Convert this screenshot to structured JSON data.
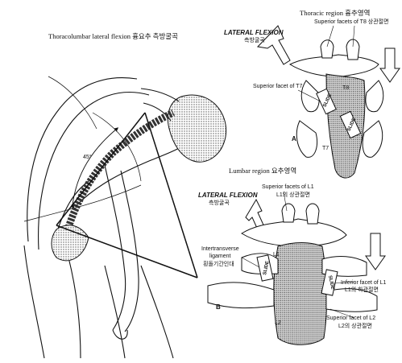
{
  "figure": {
    "left_title": "Thoracolumbar lateral flexion 흉요추 측방굴곡",
    "angle_label": "45°"
  },
  "panel_a": {
    "region_title": "Thoracic region 흉추영역",
    "lateral_flexion": "LATERAL FLEXION",
    "lateral_flexion_ko": "측방굴곡",
    "superior_facets_t8": "Superior facets of T8 상관절면",
    "superior_facet_t7": "Superior facet of T7",
    "t8": "T8",
    "t7": "T7",
    "slide_left": "SLIDE",
    "slide_right": "SLIDE",
    "letter": "A"
  },
  "panel_b": {
    "region_title": "Lumbar region 요추영역",
    "lateral_flexion": "LATERAL FLEXION",
    "lateral_flexion_ko": "측방굴곡",
    "superior_facets_l1": "Superior facets of L1",
    "superior_facets_l1_ko": "L1의 상관절면",
    "intertransverse": "Intertransverse",
    "ligament": "ligament",
    "ligament_ko": "횡돌기간인대",
    "l1": "L1",
    "l2": "L2",
    "slide_left": "SLIDE",
    "slide_right": "SLIDE",
    "inferior_facet_l1": "Inferior facet of L1",
    "inferior_facet_l1_ko": "L1의 하관절면",
    "superior_facet_l2": "Superior facet of L2",
    "superior_facet_l2_ko": "L2의 상관절면",
    "letter": "B"
  }
}
